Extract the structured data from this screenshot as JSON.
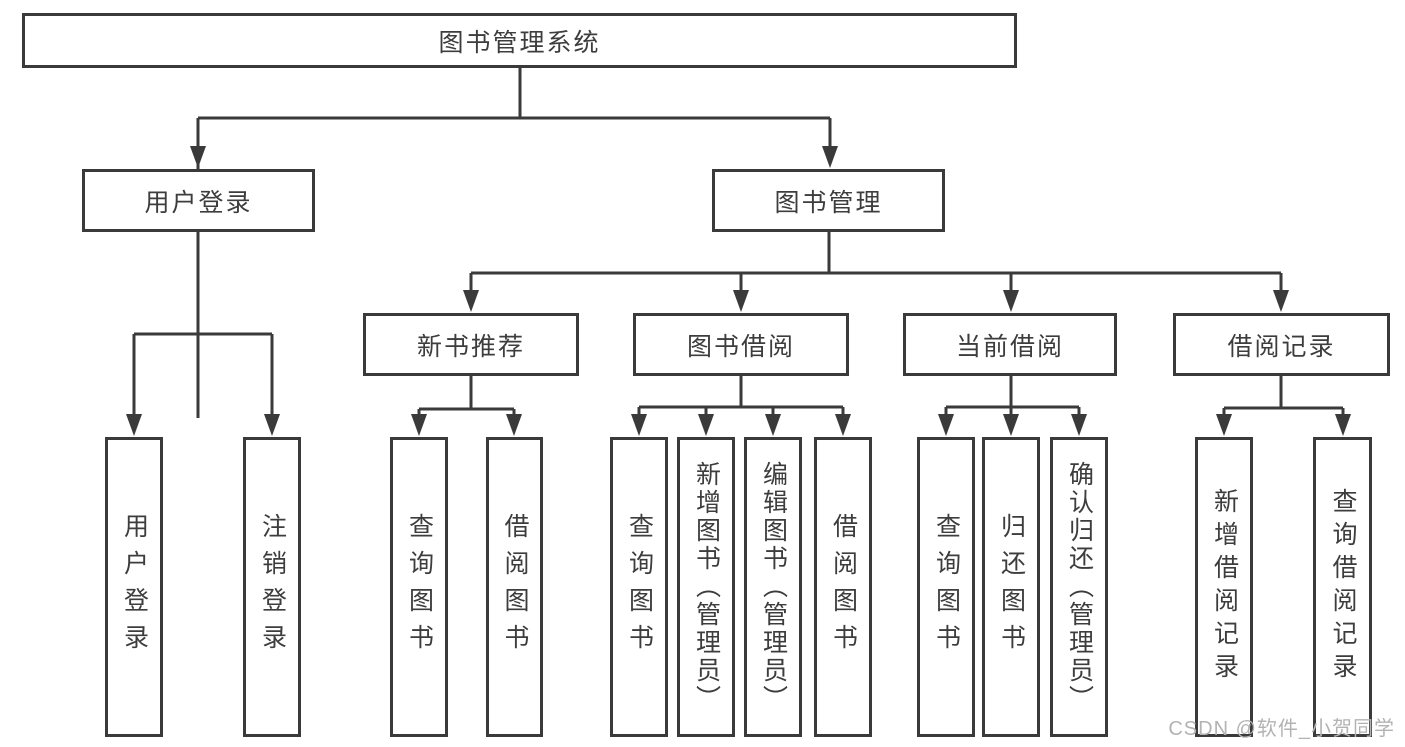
{
  "diagram": {
    "type": "hierarchy-tree",
    "root": {
      "label": "图书管理系统"
    },
    "level2": [
      {
        "id": "user-login",
        "label": "用户登录"
      },
      {
        "id": "book-management",
        "label": "图书管理"
      }
    ],
    "level3": [
      {
        "id": "new-book-recommend",
        "label": "新书推荐",
        "parent": "图书管理"
      },
      {
        "id": "book-borrow",
        "label": "图书借阅",
        "parent": "图书管理"
      },
      {
        "id": "current-borrow",
        "label": "当前借阅",
        "parent": "图书管理"
      },
      {
        "id": "borrow-records",
        "label": "借阅记录",
        "parent": "图书管理"
      }
    ],
    "leaves": [
      {
        "id": "user-login-leaf",
        "label": "用户登录",
        "parent": "用户登录"
      },
      {
        "id": "logout",
        "label": "注销登录",
        "parent": "用户登录"
      },
      {
        "id": "query-books-recommend",
        "label": "查询图书",
        "parent": "新书推荐"
      },
      {
        "id": "borrow-books-recommend",
        "label": "借阅图书",
        "parent": "新书推荐"
      },
      {
        "id": "query-books-borrow",
        "label": "查询图书",
        "parent": "图书借阅"
      },
      {
        "id": "add-books-admin",
        "label": "新增图书（管理员）",
        "parent": "图书借阅"
      },
      {
        "id": "edit-books-admin",
        "label": "编辑图书（管理员）",
        "parent": "图书借阅"
      },
      {
        "id": "borrow-books",
        "label": "借阅图书",
        "parent": "图书借阅"
      },
      {
        "id": "query-books-current",
        "label": "查询图书",
        "parent": "当前借阅"
      },
      {
        "id": "return-books",
        "label": "归还图书",
        "parent": "当前借阅"
      },
      {
        "id": "confirm-return-admin",
        "label": "确认归还（管理员）",
        "parent": "当前借阅"
      },
      {
        "id": "add-borrow-record",
        "label": "新增借阅记录",
        "parent": "借阅记录"
      },
      {
        "id": "query-borrow-record",
        "label": "查询借阅记录",
        "parent": "借阅记录"
      }
    ]
  },
  "watermark": "CSDN @软件_小贺同学",
  "colors": {
    "line": "#3a3a3a",
    "text": "#3d3d3d",
    "box_background": "#ffffff",
    "watermark": "#b3b3b3",
    "page_background": "#ffffff"
  }
}
